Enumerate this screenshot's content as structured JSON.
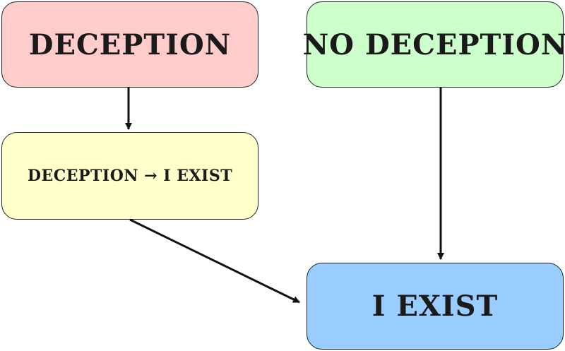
{
  "nodes": {
    "deception": {
      "label": "Deception",
      "color": "#ffcccc"
    },
    "no_deception": {
      "label": "No Deception",
      "color": "#ccffcc"
    },
    "implication": {
      "label": "Deception → I exist",
      "color": "#ffffcc"
    },
    "i_exist": {
      "label": "I exist",
      "color": "#99ccff"
    }
  },
  "edges": [
    {
      "from": "deception",
      "to": "implication"
    },
    {
      "from": "implication",
      "to": "i_exist"
    },
    {
      "from": "no_deception",
      "to": "i_exist"
    }
  ]
}
